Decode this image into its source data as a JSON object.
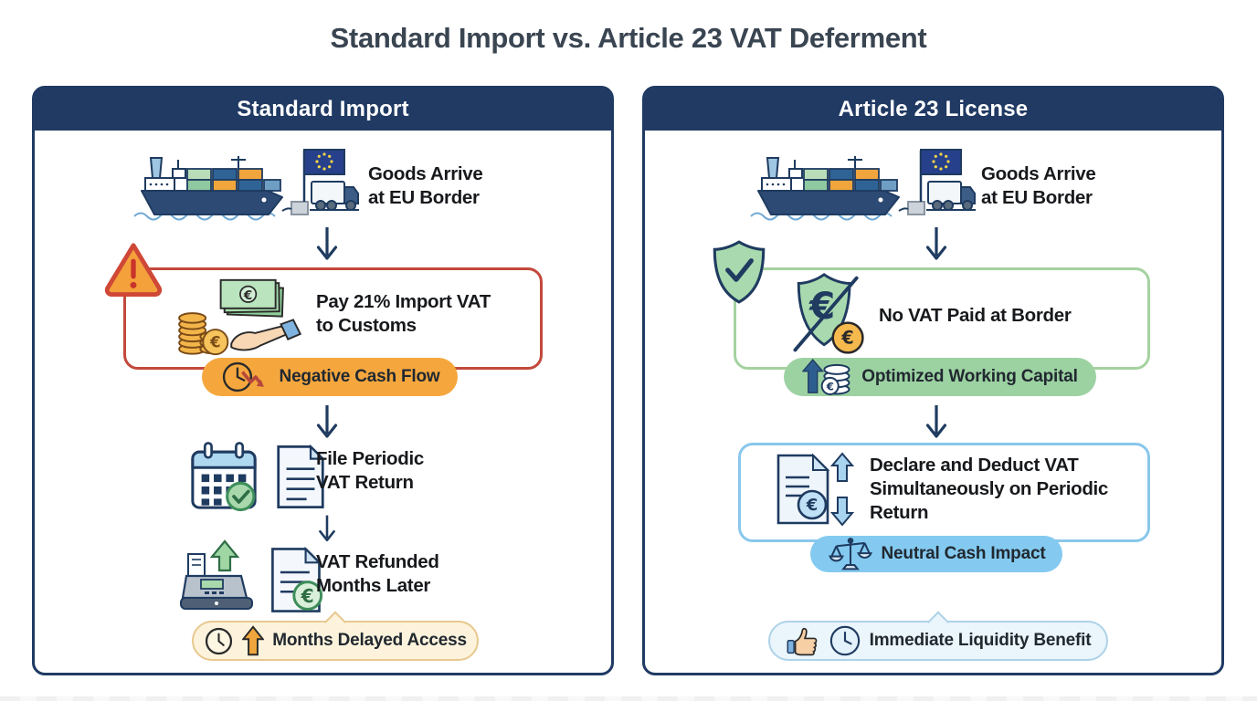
{
  "title": "Standard Import vs. Article 23 VAT Deferment",
  "left": {
    "header": "Standard Import",
    "arrive_line1": "Goods Arrive",
    "arrive_line2": "at EU Border",
    "pay_line1": "Pay 21% Import VAT",
    "pay_line2": "to Customs",
    "cashflow_badge": "Negative Cash Flow",
    "file_line1": "File Periodic",
    "file_line2": "VAT Return",
    "refund_line1": "VAT Refunded",
    "refund_line2": "Months Later",
    "delay_badge": "Months Delayed Access"
  },
  "right": {
    "header": "Article 23 License",
    "arrive_line1": "Goods Arrive",
    "arrive_line2": "at EU Border",
    "novat_text": "No VAT Paid at Border",
    "capital_badge": "Optimized Working Capital",
    "declare_line1": "Declare and Deduct VAT",
    "declare_line2": "Simultaneously on Periodic",
    "declare_line3": "Return",
    "neutral_badge": "Neutral Cash Impact",
    "liquidity_badge": "Immediate Liquidity Benefit"
  },
  "colors": {
    "panel_navy": "#203a63",
    "title_text": "#3a4552",
    "alert_red_border": "#c2493c",
    "warning_orange": "#f4a13b",
    "badge_orange": "#f5a73e",
    "badge_cream": "#fdf3dc",
    "box_green_border": "#a5d2a0",
    "badge_green": "#9cd2a2",
    "box_blue_border": "#89c7ec",
    "badge_blue": "#84caf0",
    "badge_lightblue": "#eaf5fc",
    "flow_arrow": "#1f3b60"
  },
  "icons": {
    "left": [
      "cargo-ship-eu-flag-truck-icon",
      "down-arrow-icon",
      "warning-triangle-icon",
      "coins-banknotes-hand-icon",
      "clock-decline-icon",
      "calendar-check-icon",
      "document-icon",
      "cash-register-up-arrow-icon",
      "document-euro-icon",
      "clock-icon",
      "up-arrow-icon"
    ],
    "right": [
      "cargo-ship-eu-flag-truck-icon",
      "down-arrow-icon",
      "shield-check-icon",
      "shield-euro-slash-icon",
      "up-arrow-coin-stack-icon",
      "document-euro-updown-icon",
      "scales-icon",
      "thumbs-up-icon",
      "clock-icon"
    ]
  }
}
